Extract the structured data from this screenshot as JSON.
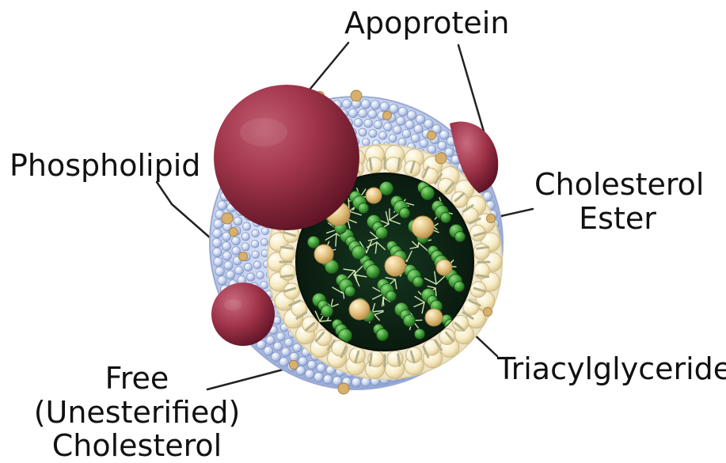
{
  "labels": {
    "apoprotein": "Apoprotein",
    "phospholipid": "Phospholipid",
    "cholesterol_ester_line1": "Cholesterol",
    "cholesterol_ester_line2": "Ester",
    "triacylglyceride": "Triacylglyceride",
    "free_cholesterol_line1": "Free",
    "free_cholesterol_line2": "(Unesterified)",
    "free_cholesterol_line3": "Cholesterol"
  },
  "colors": {
    "apoprotein": "#8e2238",
    "phospholipid_head": "#aebfe6",
    "membrane_fill": "#f4ecd1",
    "core_background": "#0f2414",
    "triacylglyceride": "#3e9a35",
    "cholesterol_ester": "#e4c07a",
    "free_cholesterol": "#d7b06a"
  },
  "icons": {
    "apoprotein_large": "apoprotein-large-sphere-icon",
    "apoprotein_small": "apoprotein-small-sphere-icon",
    "phospholipid": "phospholipid-bead-icon",
    "core": "lipid-core-icon"
  }
}
